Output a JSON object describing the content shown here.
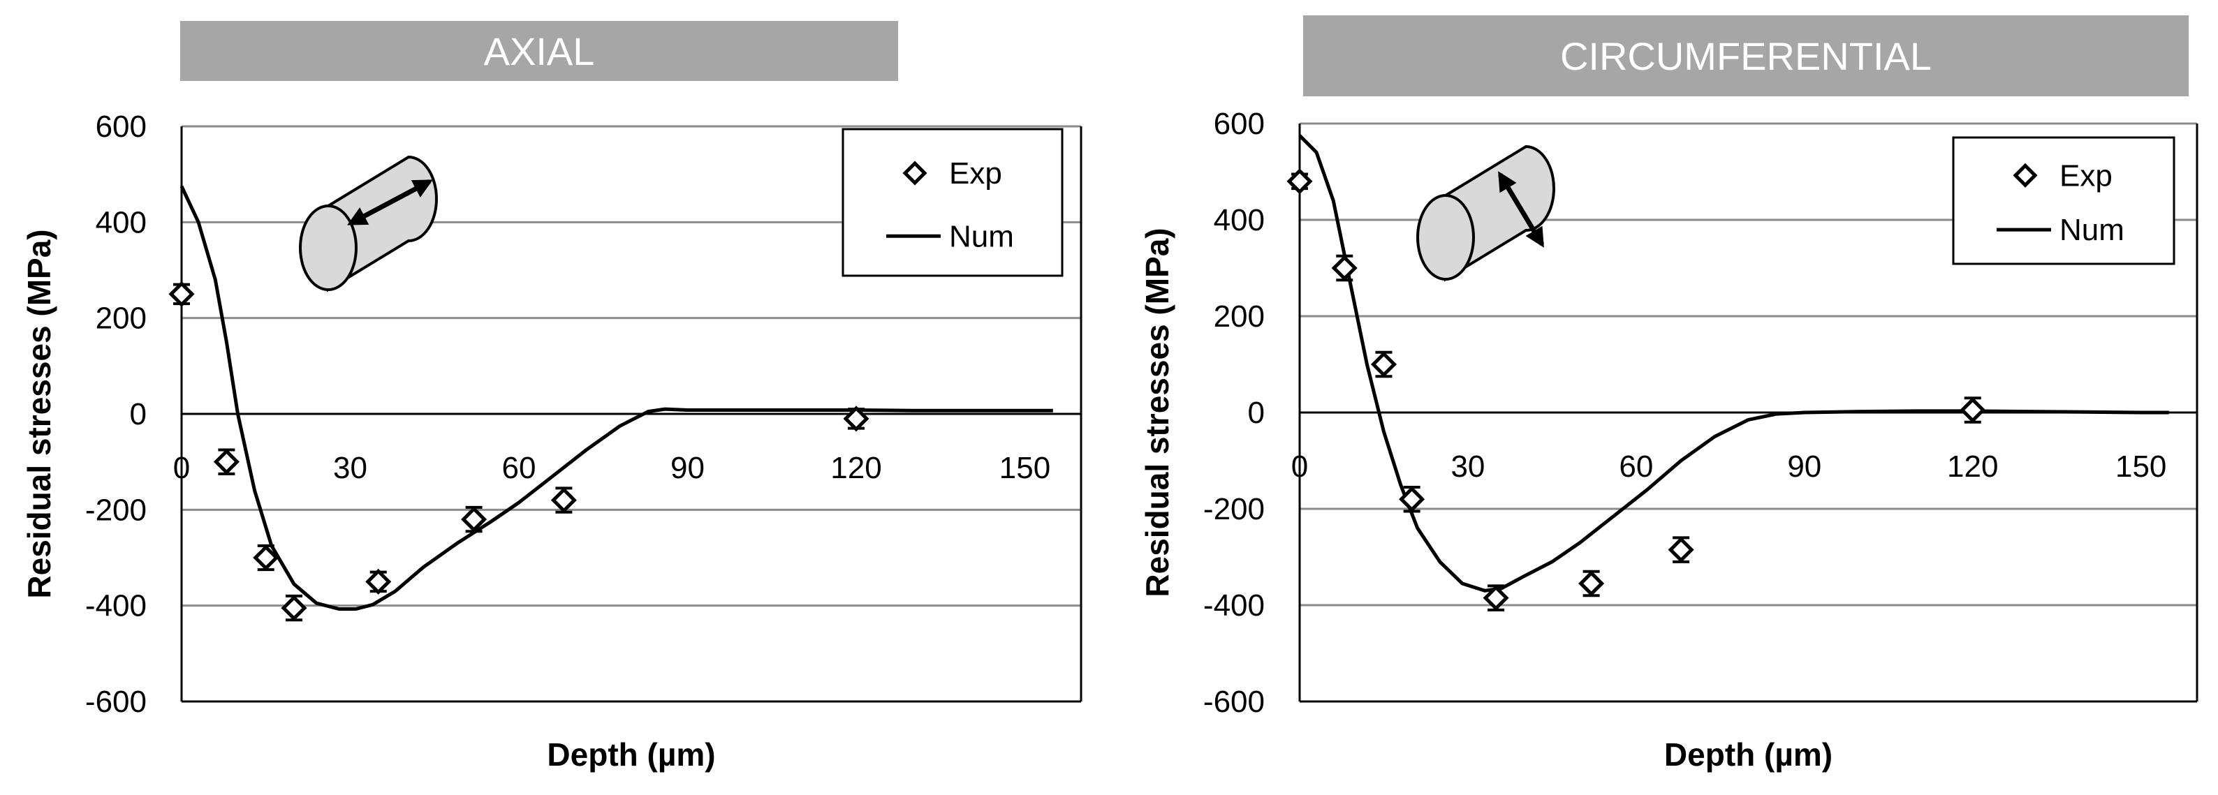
{
  "colors": {
    "banner": "#a6a6a6",
    "banner_text": "#ffffff",
    "gridline": "#8c8c8c",
    "axis": "#000000",
    "series": "#000000",
    "marker_fill": "#ffffff",
    "cylinder_fill": "#d9d9d9"
  },
  "chart_data": [
    {
      "type": "scatter",
      "title": "AXIAL",
      "xlabel": "Depth (µm)",
      "ylabel": "Residual stresses (MPa)",
      "xlim": [
        0,
        160
      ],
      "ylim": [
        -600,
        600
      ],
      "xticks": [
        0,
        30,
        60,
        90,
        120,
        150
      ],
      "yticks": [
        600,
        400,
        200,
        0,
        -200,
        -400,
        -600
      ],
      "grid": "horizontal",
      "legend": {
        "position": "top-right",
        "entries": [
          "Exp",
          "Num"
        ]
      },
      "inset_icon": "cylinder-axial-arrow-icon",
      "series": [
        {
          "name": "Exp",
          "style": "markers",
          "marker": "diamond",
          "x": [
            0,
            8,
            15,
            20,
            35,
            52,
            68,
            120
          ],
          "y": [
            250,
            -100,
            -300,
            -405,
            -350,
            -220,
            -180,
            -10
          ],
          "error": [
            20,
            25,
            25,
            25,
            20,
            25,
            25,
            20
          ]
        },
        {
          "name": "Num",
          "style": "line",
          "x": [
            0,
            3,
            6,
            8,
            10,
            13,
            16,
            20,
            24,
            28,
            31,
            34,
            38,
            43,
            49,
            55,
            60,
            66,
            72,
            78,
            83,
            86,
            90,
            100,
            110,
            120,
            130,
            140,
            150,
            155
          ],
          "y": [
            475,
            400,
            280,
            150,
            0,
            -160,
            -275,
            -355,
            -395,
            -407,
            -407,
            -398,
            -370,
            -320,
            -270,
            -225,
            -185,
            -130,
            -75,
            -25,
            5,
            10,
            8,
            8,
            8,
            8,
            7,
            7,
            7,
            7
          ]
        }
      ]
    },
    {
      "type": "scatter",
      "title": "CIRCUMFERENTIAL",
      "xlabel": "Depth (µm)",
      "ylabel": "Residual stresses (MPa)",
      "xlim": [
        0,
        160
      ],
      "ylim": [
        -600,
        600
      ],
      "xticks": [
        0,
        30,
        60,
        90,
        120,
        150
      ],
      "yticks": [
        600,
        400,
        200,
        0,
        -200,
        -400,
        -600
      ],
      "grid": "horizontal",
      "legend": {
        "position": "top-right",
        "entries": [
          "Exp",
          "Num"
        ]
      },
      "inset_icon": "cylinder-circumferential-arrow-icon",
      "series": [
        {
          "name": "Exp",
          "style": "markers",
          "marker": "diamond",
          "x": [
            0,
            8,
            15,
            20,
            35,
            52,
            68,
            120
          ],
          "y": [
            480,
            300,
            100,
            -180,
            -385,
            -355,
            -285,
            5
          ],
          "error": [
            15,
            25,
            25,
            25,
            25,
            25,
            25,
            25
          ]
        },
        {
          "name": "Num",
          "style": "line",
          "x": [
            0,
            3,
            6,
            9,
            12,
            15,
            18,
            21,
            25,
            29,
            33,
            36,
            40,
            45,
            50,
            56,
            62,
            68,
            74,
            80,
            85,
            90,
            100,
            110,
            120,
            130,
            140,
            150,
            155
          ],
          "y": [
            575,
            540,
            440,
            270,
            100,
            -40,
            -150,
            -240,
            -310,
            -355,
            -370,
            -365,
            -340,
            -310,
            -270,
            -215,
            -160,
            -100,
            -50,
            -15,
            -3,
            0,
            2,
            3,
            3,
            2,
            1,
            0,
            0
          ]
        }
      ]
    }
  ]
}
